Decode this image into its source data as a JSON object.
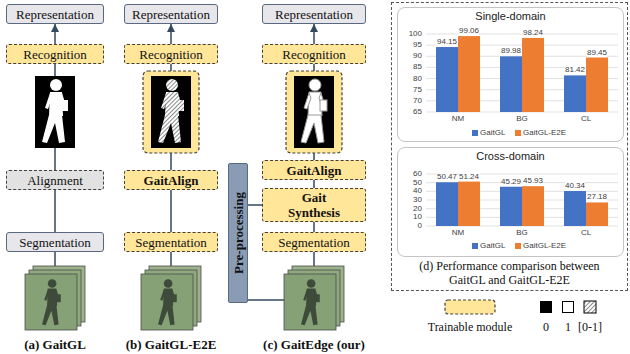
{
  "diagram": {
    "nodes": [
      {
        "text": [
          "Representation"
        ]
      },
      {
        "text": [
          "Recognition"
        ]
      },
      {
        "text": [
          "Alignment"
        ]
      },
      {
        "text": [
          "Segmentation"
        ]
      },
      {
        "text": [
          "Representation"
        ]
      },
      {
        "text": [
          "Recognition"
        ]
      },
      {
        "text": [
          "GaitAlign"
        ]
      },
      {
        "text": [
          "Segmentation"
        ]
      },
      {
        "text": [
          "Representation"
        ]
      },
      {
        "text": [
          "Recognition"
        ]
      },
      {
        "text": [
          "GaitAlign"
        ]
      },
      {
        "text": [
          "Gait Synthesis"
        ]
      },
      {
        "text": [
          "Segmentation"
        ]
      },
      {
        "text": [
          "Pre-processing"
        ]
      },
      {
        "text": [
          "(d) Performance comparison between GaitGL and GaitGL-E2E"
        ]
      },
      {
        "text": [
          "Single-domain"
        ],
        "in": 14
      },
      {
        "text": [
          "Cross-domain"
        ],
        "in": 14
      }
    ],
    "edges": [
      {
        "from": 3,
        "to": 2,
        "arrow": "none"
      },
      {
        "from": 2,
        "to": 1,
        "arrow": "none"
      },
      {
        "from": 1,
        "to": 0,
        "arrow": "to"
      },
      {
        "from": 7,
        "to": 6,
        "arrow": "none"
      },
      {
        "from": 6,
        "to": 5,
        "arrow": "none"
      },
      {
        "from": 5,
        "to": 4,
        "arrow": "to"
      },
      {
        "from": 12,
        "to": 11,
        "arrow": "none"
      },
      {
        "from": 13,
        "to": 11,
        "arrow": "none"
      },
      {
        "from": 11,
        "to": 10,
        "arrow": "none"
      },
      {
        "from": 10,
        "to": 9,
        "arrow": "none"
      },
      {
        "from": 9,
        "to": 8,
        "arrow": "to"
      }
    ],
    "labels": [
      "(a) GaitGL",
      "(b) GaitGL-E2E",
      "(c) GaitEdge (our)",
      "100",
      "95",
      "90",
      "85",
      "80",
      "75",
      "70",
      "65",
      "94.15",
      "99.06",
      "89.98",
      "98.24",
      "81.42",
      "89.45",
      "NM",
      "BG",
      "CL",
      "60",
      "50",
      "40",
      "30",
      "20",
      "10",
      "0",
      "50.47",
      "51.24",
      "45.29",
      "45.93",
      "40.34",
      "27.18",
      "NM",
      "BG",
      "CL"
    ],
    "legend": [
      {
        "text": "GaitGL",
        "color": "#4472c4"
      },
      {
        "text": "GaitGL-E2E",
        "color": "#ed7d31"
      },
      {
        "text": "GaitGL",
        "color": "#4472c4"
      },
      {
        "text": "GaitGL-E2E",
        "color": "#ed7d31"
      },
      {
        "text": "Trainable module"
      },
      {
        "text": "0",
        "color": "#000000"
      },
      {
        "text": "1",
        "color": "#ffffff"
      },
      {
        "text": "[0-1]"
      }
    ]
  }
}
